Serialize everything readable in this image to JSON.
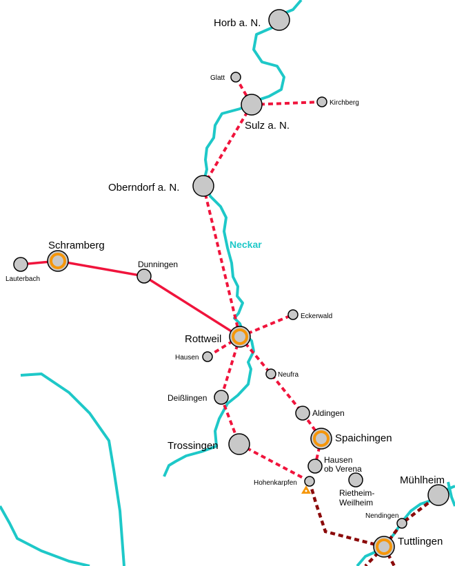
{
  "colors": {
    "river": "#1ec8c8",
    "rail_active": "#f0143c",
    "rail_dashed": "#f0143c",
    "rail_dark": "#8b0a0a",
    "station_fill": "#c8c8c8",
    "major_ring": "#f5960a"
  },
  "river_label": "Neckar",
  "places": {
    "horb": "Horb a. N.",
    "glatt": "Glatt",
    "sulz": "Sulz a. N.",
    "kirchberg": "Kirchberg",
    "oberndorf": "Oberndorf a. N.",
    "schramberg": "Schramberg",
    "lauterbach": "Lauterbach",
    "dunningen": "Dunningen",
    "rottweil": "Rottweil",
    "eckerwald": "Eckerwald",
    "hausen": "Hausen",
    "neufra": "Neufra",
    "deisslingen": "Deißlingen",
    "aldingen": "Aldingen",
    "spaichingen": "Spaichingen",
    "trossingen": "Trossingen",
    "hausen_ov_1": "Hausen",
    "hausen_ov_2": "ob Verena",
    "hohenkarpfen": "Hohenkarpfen",
    "rietheim_1": "Rietheim-",
    "rietheim_2": "Weilheim",
    "muehlheim": "Mühlheim",
    "nendingen": "Nendingen",
    "tuttlingen": "Tuttlingen"
  },
  "icons": {
    "summit": "orange-triangle-icon"
  }
}
